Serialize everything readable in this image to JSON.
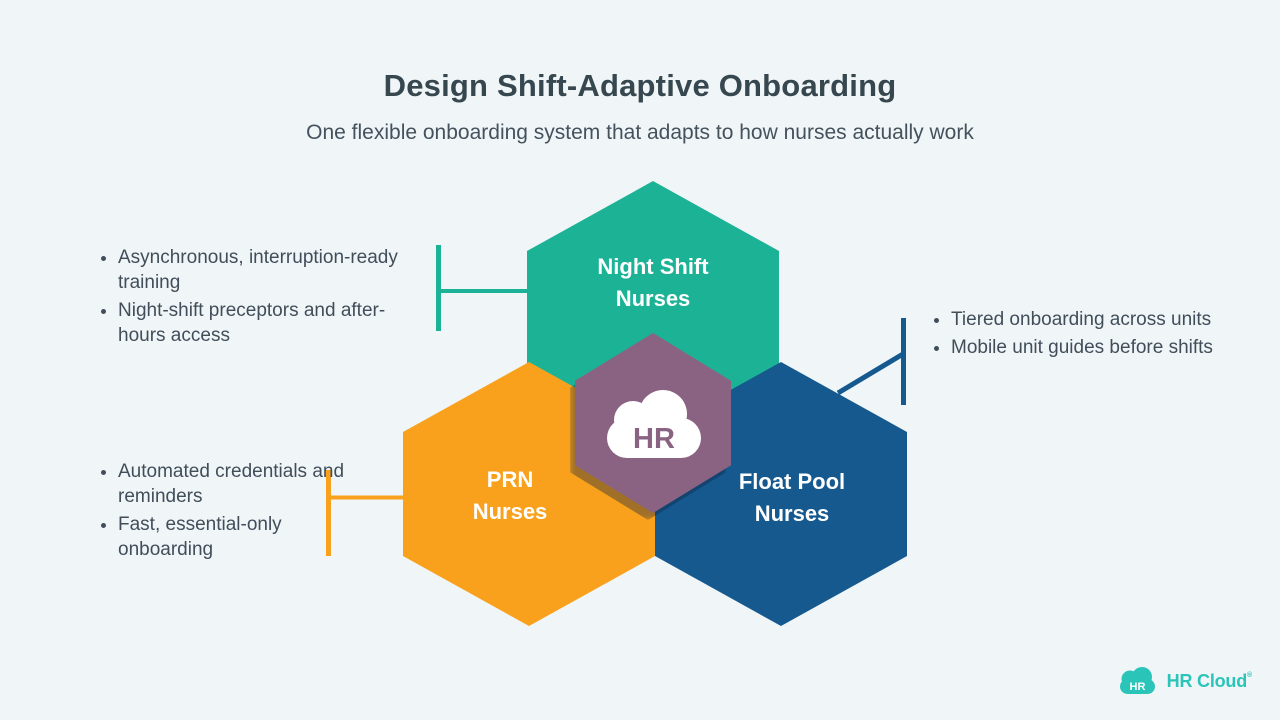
{
  "header": {
    "title": "Design Shift-Adaptive Onboarding",
    "subtitle": "One flexible onboarding system that adapts to how nurses actually work"
  },
  "hexagons": {
    "night_shift": {
      "label": "Night Shift\nNurses",
      "color": "#1CB296"
    },
    "prn": {
      "label": "PRN\nNurses",
      "color": "#F9A11C"
    },
    "float_pool": {
      "label": "Float Pool\nNurses",
      "color": "#15598E"
    },
    "center": {
      "icon": "hr-cloud-icon",
      "icon_text": "HR",
      "color": "#8A6383"
    }
  },
  "callouts": {
    "night_shift": {
      "color": "#1CB296",
      "items": [
        "Asynchronous, interruption-ready training",
        "Night-shift preceptors and after-hours access"
      ]
    },
    "prn": {
      "color": "#F9A11C",
      "items": [
        "Automated credentials and reminders",
        "Fast, essential-only onboarding"
      ]
    },
    "float_pool": {
      "color": "#15598E",
      "items": [
        "Tiered onboarding across units",
        "Mobile unit guides before shifts"
      ]
    }
  },
  "footer_logo": {
    "icon_text": "HR",
    "brand": "HR Cloud",
    "mark": "®",
    "color": "#2BC4B8"
  },
  "colors": {
    "background": "#F0F6F8",
    "title_text": "#37474F",
    "body_text": "#414E5A"
  }
}
